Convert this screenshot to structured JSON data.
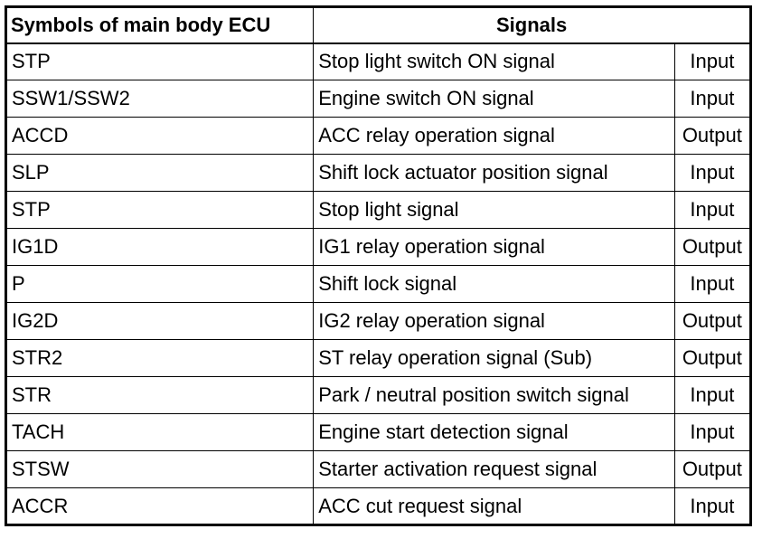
{
  "table": {
    "header": {
      "symbols": "Symbols of main body ECU",
      "signals": "Signals"
    },
    "rows": [
      {
        "symbol": "STP",
        "signal": "Stop light switch ON signal",
        "direction": "Input"
      },
      {
        "symbol": "SSW1/SSW2",
        "signal": "Engine switch ON signal",
        "direction": "Input"
      },
      {
        "symbol": "ACCD",
        "signal": "ACC relay operation signal",
        "direction": "Output"
      },
      {
        "symbol": "SLP",
        "signal": "Shift lock actuator position signal",
        "direction": "Input"
      },
      {
        "symbol": "STP",
        "signal": "Stop light signal",
        "direction": "Input"
      },
      {
        "symbol": "IG1D",
        "signal": "IG1 relay operation signal",
        "direction": "Output"
      },
      {
        "symbol": "P",
        "signal": "Shift lock signal",
        "direction": "Input"
      },
      {
        "symbol": "IG2D",
        "signal": "IG2 relay operation signal",
        "direction": "Output"
      },
      {
        "symbol": "STR2",
        "signal": "ST relay operation signal (Sub)",
        "direction": "Output"
      },
      {
        "symbol": "STR",
        "signal": "Park / neutral position switch signal",
        "direction": "Input"
      },
      {
        "symbol": "TACH",
        "signal": "Engine start detection signal",
        "direction": "Input"
      },
      {
        "symbol": "STSW",
        "signal": "Starter activation request signal",
        "direction": "Output"
      },
      {
        "symbol": "ACCR",
        "signal": "ACC cut request signal",
        "direction": "Input"
      }
    ]
  }
}
